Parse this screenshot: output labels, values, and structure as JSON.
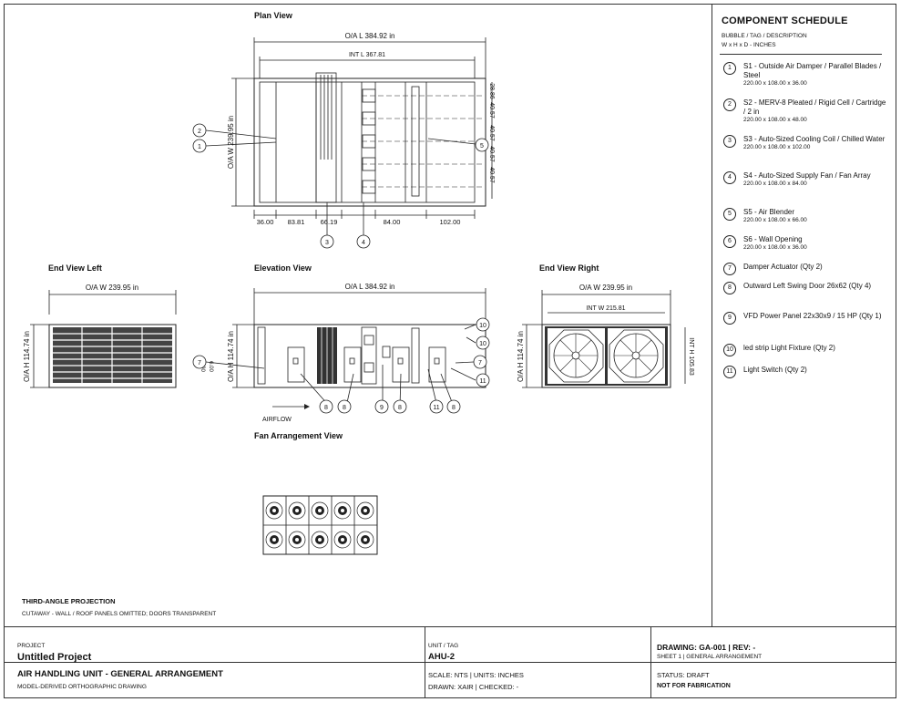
{
  "views": {
    "plan": "Plan View",
    "end_left": "End View Left",
    "elevation": "Elevation View",
    "end_right": "End View Right",
    "fan": "Fan Arrangement View"
  },
  "plan": {
    "oal": "O/A L 384.92 in",
    "intl": "INT L 367.81",
    "oaw": "O/A W 239.95 in",
    "bottom_dims": [
      "36.00",
      "83.81",
      "66.19",
      "84.00",
      "102.00"
    ],
    "right_dims": [
      "28.86",
      "40.57",
      "40.57",
      "40.57",
      "40.57"
    ]
  },
  "endleft": {
    "oaw": "O/A W 239.95 in",
    "oah": "O/A H 114.74 in",
    "d1": "6.00",
    "d2": "6.00"
  },
  "elevation": {
    "oal": "O/A L 384.92 in",
    "oah": "O/A H 114.74 in",
    "airflow": "AIRFLOW"
  },
  "endright": {
    "oaw": "O/A W 239.95 in",
    "intw": "INT W 215.81",
    "oah": "O/A H 114.74 in",
    "inth": "INT H 105.83"
  },
  "schedule": {
    "title": "COMPONENT SCHEDULE",
    "sub1": "BUBBLE / TAG / DESCRIPTION",
    "sub2": "W x H x D - INCHES",
    "items": [
      {
        "n": "1",
        "text": "S1 - Outside Air Damper / Parallel Blades / Steel",
        "dim": "220.00 x 108.00 x 36.00"
      },
      {
        "n": "2",
        "text": "S2 - MERV-8 Pleated / Rigid Cell / Cartridge / 2 in",
        "dim": "220.00 x 108.00 x 48.00"
      },
      {
        "n": "3",
        "text": "S3 - Auto-Sized Cooling Coil / Chilled Water",
        "dim": "220.00 x 108.00 x 102.00"
      },
      {
        "n": "4",
        "text": "S4 - Auto-Sized Supply Fan / Fan Array",
        "dim": "220.00 x 108.00 x 84.00"
      },
      {
        "n": "5",
        "text": "S5 - Air Blender",
        "dim": "220.00 x 108.00 x 66.00"
      },
      {
        "n": "6",
        "text": "S6 - Wall Opening",
        "dim": "220.00 x 108.00 x 36.00"
      },
      {
        "n": "7",
        "text": "Damper Actuator (Qty 2)",
        "dim": ""
      },
      {
        "n": "8",
        "text": "Outward Left Swing Door 26x62 (Qty 4)",
        "dim": ""
      },
      {
        "n": "9",
        "text": "VFD Power Panel 22x30x9 / 15 HP (Qty 1)",
        "dim": ""
      },
      {
        "n": "10",
        "text": "led strip Light Fixture (Qty 2)",
        "dim": ""
      },
      {
        "n": "11",
        "text": "Light Switch (Qty 2)",
        "dim": ""
      }
    ]
  },
  "notes": {
    "projection": "THIRD-ANGLE PROJECTION",
    "cutaway": "CUTAWAY - WALL / ROOF PANELS OMITTED; DOORS TRANSPARENT"
  },
  "titleblock": {
    "project_label": "PROJECT",
    "project": "Untitled Project",
    "title": "AIR HANDLING UNIT - GENERAL ARRANGEMENT",
    "subtitle": "MODEL-DERIVED ORTHOGRAPHIC DRAWING",
    "unit_label": "UNIT / TAG",
    "unit": "AHU-2",
    "scale": "SCALE: NTS  |  UNITS: INCHES",
    "drawn": "DRAWN: XAIR  |  CHECKED: -",
    "drawing": "DRAWING: GA-001  |  REV: -",
    "sheet": "SHEET 1  |  GENERAL ARRANGEMENT",
    "status": "STATUS: DRAFT",
    "fab": "NOT FOR FABRICATION"
  }
}
